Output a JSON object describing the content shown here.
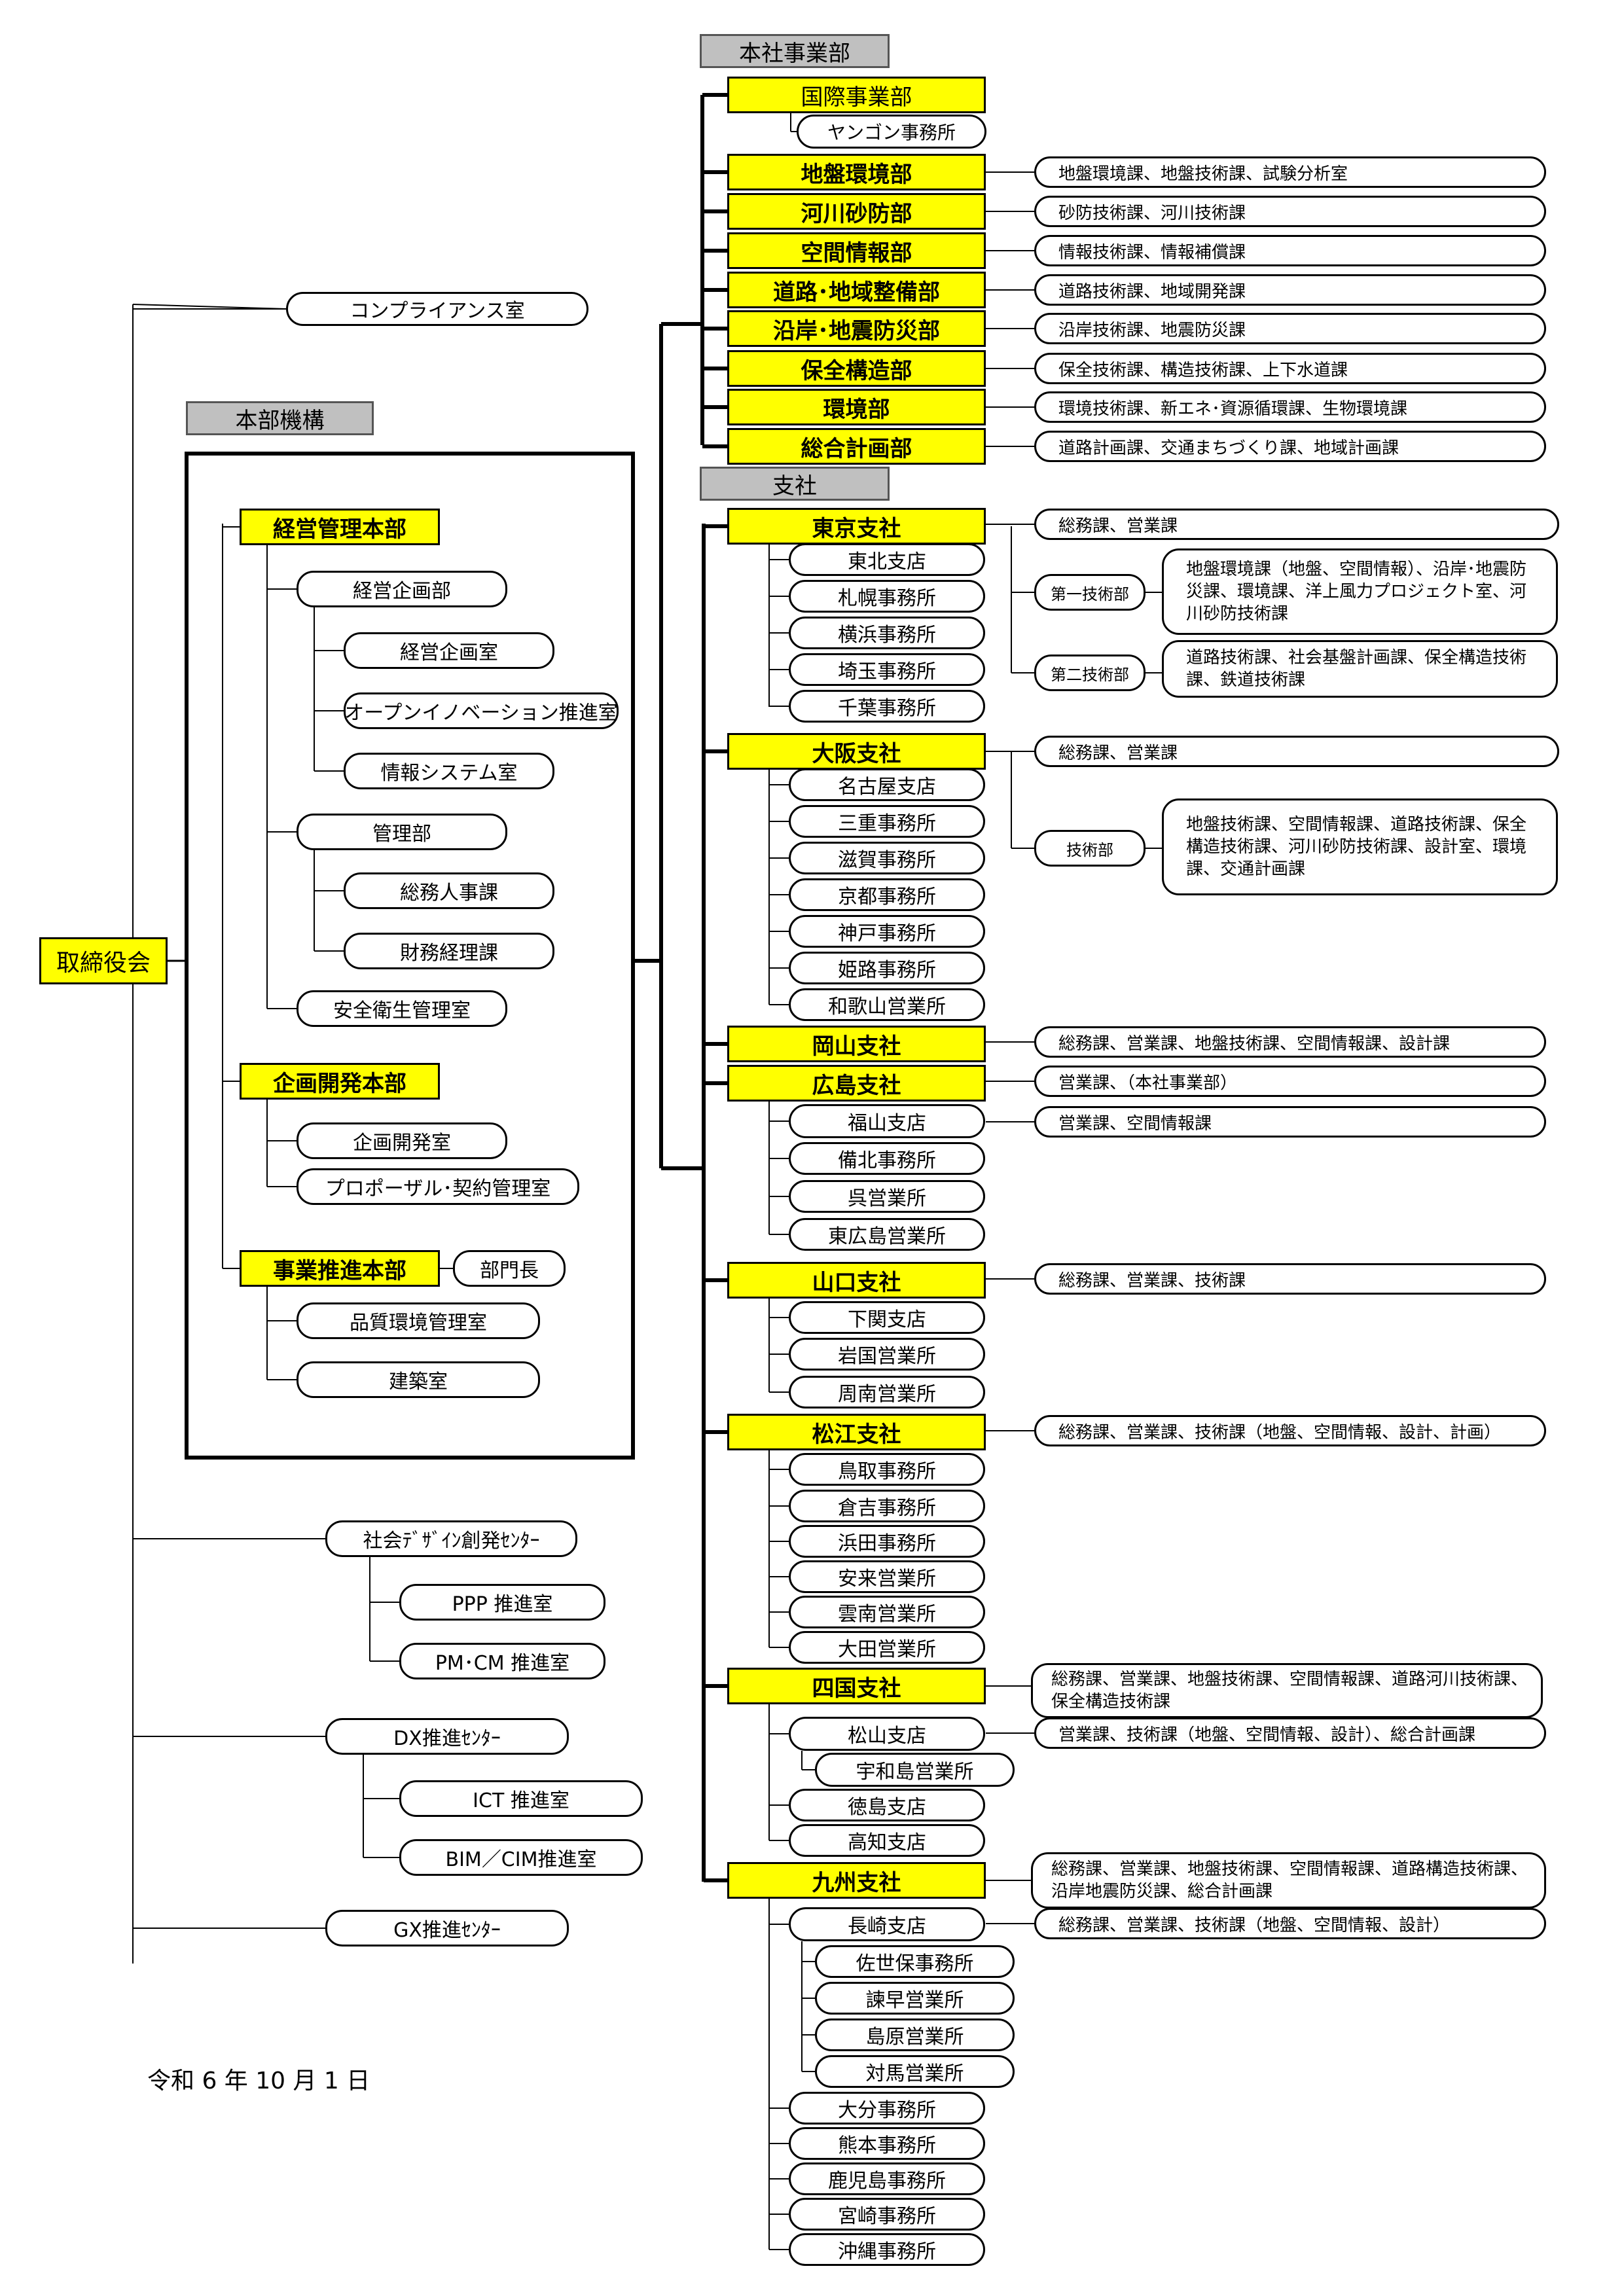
{
  "board": "取締役会",
  "date_text": "令和 6 年  10 月  1 日",
  "compliance": "コンプライアンス室",
  "hq": {
    "header": "本部機構",
    "keiei": "経営管理本部",
    "keiei_kikaku": "経営企画部",
    "keiei_kikaku_shitsu": "経営企画室",
    "open_innovation": "オープンイノベーション推進室",
    "joho_system": "情報システム室",
    "kanri": "管理部",
    "somu_jinji": "総務人事課",
    "zaimu_keiri": "財務経理課",
    "anzen_eisei": "安全衛生管理室",
    "kikaku_kaihatsu_honbu": "企画開発本部",
    "kikaku_kaihatsu_shitsu": "企画開発室",
    "proposal": "プロポーザル･契約管理室",
    "jigyo_suishin": "事業推進本部",
    "bumoncho": "部門長",
    "hinshitsu": "品質環境管理室",
    "kenchiku": "建築室"
  },
  "social_design": "社会ﾃﾞｻﾞｲﾝ創発ｾﾝﾀｰ",
  "ppp": "PPP 推進室",
  "pmcm": "PM･CM 推進室",
  "dx": "DX推進ｾﾝﾀｰ",
  "ict": "ICT 推進室",
  "bim": "BIM／CIM推進室",
  "gx": "GX推進ｾﾝﾀｰ",
  "business_header": "本社事業部",
  "kokusai": "国際事業部",
  "yangon": "ヤンゴン事務所",
  "divisions": [
    {
      "name": "地盤環境部",
      "detail": "地盤環境課、地盤技術課、試験分析室"
    },
    {
      "name": "河川砂防部",
      "detail": "砂防技術課、河川技術課"
    },
    {
      "name": "空間情報部",
      "detail": "情報技術課、情報補償課"
    },
    {
      "name": "道路･地域整備部",
      "detail": "道路技術課、地域開発課"
    },
    {
      "name": "沿岸･地震防災部",
      "detail": "沿岸技術課、地震防災課"
    },
    {
      "name": "保全構造部",
      "detail": "保全技術課、構造技術課、上下水道課"
    },
    {
      "name": "環境部",
      "detail": "環境技術課、新エネ･資源循環課、生物環境課"
    },
    {
      "name": "総合計画部",
      "detail": "道路計画課、交通まちづくり課、地域計画課"
    }
  ],
  "branch_header": "支社",
  "tokyo": {
    "name": "東京支社",
    "detail": "総務課、営業課",
    "tech1": "第一技術部",
    "tech1_detail": "地盤環境課（地盤、空間情報）、沿岸･地震防災課、環境課、洋上風力プロジェクト室、河川砂防技術課",
    "tech2": "第二技術部",
    "tech2_detail": "道路技術課、社会基盤計画課、保全構造技術課、鉄道技術課",
    "offices": [
      "東北支店",
      "札幌事務所",
      "横浜事務所",
      "埼玉事務所",
      "千葉事務所"
    ]
  },
  "osaka": {
    "name": "大阪支社",
    "detail": "総務課、営業課",
    "tech": "技術部",
    "tech_detail": "地盤技術課、空間情報課、道路技術課、保全構造技術課、河川砂防技術課、設計室、環境課、交通計画課",
    "offices": [
      "名古屋支店",
      "三重事務所",
      "滋賀事務所",
      "京都事務所",
      "神戸事務所",
      "姫路事務所",
      "和歌山営業所"
    ]
  },
  "okayama": {
    "name": "岡山支社",
    "detail": "総務課、営業課、地盤技術課、空間情報課、設計課"
  },
  "hiroshima": {
    "name": "広島支社",
    "detail": "営業課、（本社事業部）",
    "fukuyama": "福山支店",
    "fukuyama_detail": "営業課、空間情報課",
    "offices": [
      "備北事務所",
      "呉営業所",
      "東広島営業所"
    ]
  },
  "yamaguchi": {
    "name": "山口支社",
    "detail": "総務課、営業課、技術課",
    "offices": [
      "下関支店",
      "岩国営業所",
      "周南営業所"
    ]
  },
  "matsue": {
    "name": "松江支社",
    "detail": "総務課、営業課、技術課（地盤、空間情報、設計、計画）",
    "offices": [
      "鳥取事務所",
      "倉吉事務所",
      "浜田事務所",
      "安来営業所",
      "雲南営業所",
      "大田営業所"
    ]
  },
  "shikoku": {
    "name": "四国支社",
    "detail": "総務課、営業課、地盤技術課、空間情報課、道路河川技術課、保全構造技術課",
    "matsuyama": "松山支店",
    "matsuyama_detail": "営業課、技術課（地盤、空間情報、設計）、総合計画課",
    "uwajima": "宇和島営業所",
    "offices": [
      "徳島支店",
      "高知支店"
    ]
  },
  "kyushu": {
    "name": "九州支社",
    "detail": "総務課、営業課、地盤技術課、空間情報課、道路構造技術課、沿岸地震防災課、総合計画課",
    "nagasaki": "長崎支店",
    "nagasaki_detail": "総務課、営業課、技術課（地盤、空間情報、設計）",
    "nagasaki_offices": [
      "佐世保事務所",
      "諫早営業所",
      "島原営業所",
      "対馬営業所"
    ],
    "offices": [
      "大分事務所",
      "熊本事務所",
      "鹿児島事務所",
      "宮崎事務所",
      "沖縄事務所"
    ]
  }
}
